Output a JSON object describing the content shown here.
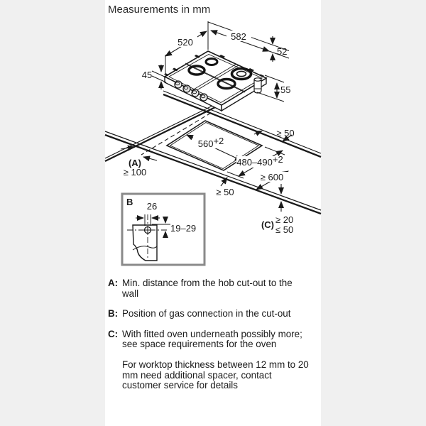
{
  "title": "Measurements in mm",
  "colors": {
    "line": "#1a1a1a",
    "page_margin": "#f0f0f0",
    "box_border": "#8a8a8a"
  },
  "hob_dims": {
    "depth": "520",
    "width": "582",
    "burner_edge_offset": "52",
    "hob_height": "45",
    "clearance_below": "55"
  },
  "cutout_dims": {
    "back_clearance": "≥ 50",
    "cutout_width": "560",
    "cutout_width_tol": "+2",
    "cutout_depth": "480–490",
    "cutout_depth_tol": "+2",
    "label_a": "(A)",
    "wall_distance": "≥ 100",
    "worktop_depth": "≥ 600",
    "front_clearance": "≥ 50",
    "label_c": "(C)",
    "worktop_thickness_min": "≥ 20",
    "worktop_thickness_max": "≤ 50"
  },
  "gas_box": {
    "label": "B",
    "side_offset": "26",
    "depth_range": "19–29"
  },
  "legend": [
    {
      "label": "A:",
      "text": "Min. distance from the hob cut-out to the wall"
    },
    {
      "label": "B:",
      "text": "Position of gas connection in the cut-out"
    },
    {
      "label": "C:",
      "text": "With fitted oven underneath possibly more; see space requirements for the oven"
    },
    {
      "label": "",
      "text": "For worktop thickness between 12 mm to 20 mm need additional spacer, contact customer service for details"
    }
  ]
}
